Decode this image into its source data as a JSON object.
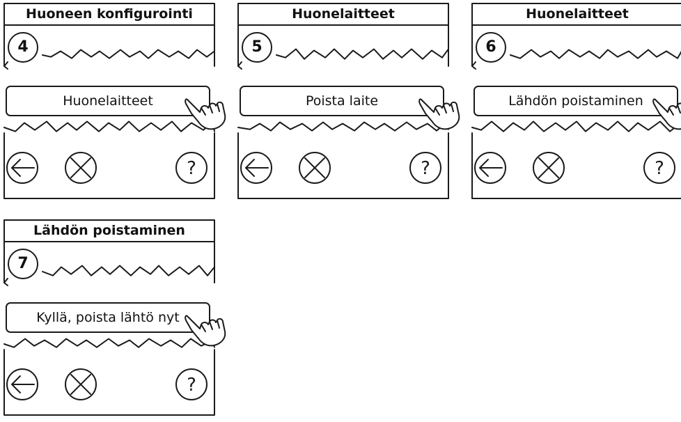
{
  "steps": [
    {
      "number": "4",
      "title": "Huoneen konfigurointi",
      "button_label": "Huonelaitteet"
    },
    {
      "number": "5",
      "title": "Huonelaitteet",
      "button_label": "Poista laite"
    },
    {
      "number": "6",
      "title": "Huonelaitteet",
      "button_label": "Lähdön poistaminen"
    },
    {
      "number": "7",
      "title": "Lähdön poistaminen",
      "button_label": "Kyllä, poista lähtö nyt"
    }
  ],
  "icons": {
    "back": "back-arrow-icon",
    "cancel": "cancel-x-icon",
    "help": "help-question-icon",
    "pointer": "hand-pointer-icon"
  },
  "help_glyph": "?"
}
